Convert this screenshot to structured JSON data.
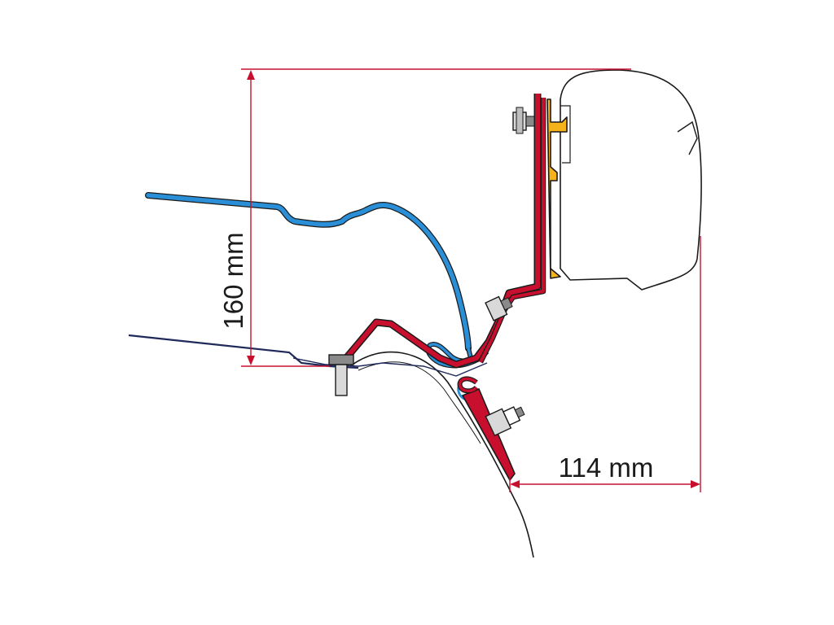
{
  "dimensions": {
    "height_label": "160 mm",
    "width_label": "114 mm"
  },
  "colors": {
    "dimension_line": "#c8102e",
    "awning_profile_blue": "#2a8fd6",
    "bracket_red": "#c8102e",
    "rail_yellow": "#f5b21a",
    "outline": "#1a1a1a",
    "metal_light": "#d9d9d9",
    "metal_dark": "#8a8a8a"
  },
  "parts": [
    "awning-cassette",
    "vehicle-body-outline",
    "roof-gutter-profile",
    "adapter-bracket",
    "mounting-rail",
    "bolt"
  ]
}
